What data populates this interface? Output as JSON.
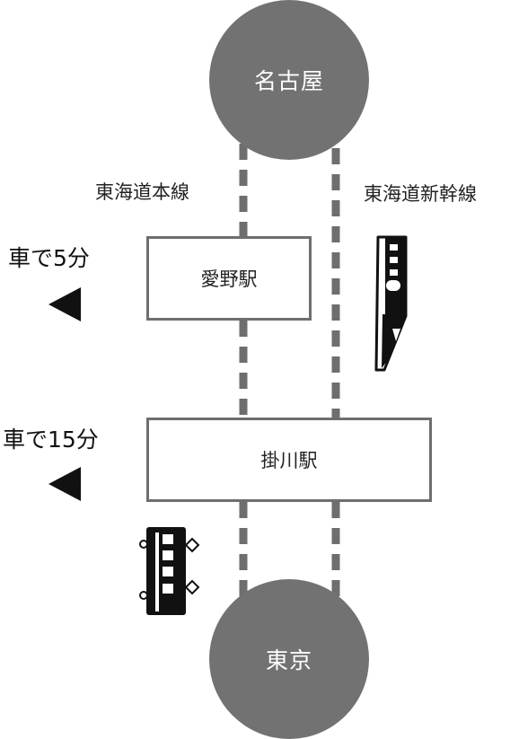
{
  "stations": {
    "north_terminal": "名古屋",
    "south_terminal": "東京",
    "aino": "愛野駅",
    "kakegawa": "掛川駅"
  },
  "lines": {
    "local": "東海道本線",
    "shinkansen": "東海道新幹線"
  },
  "access": {
    "aino_by_car": "車で5分",
    "kakegawa_by_car": "車で15分"
  },
  "colors": {
    "node_fill": "#727272",
    "track": "#6e6e6e",
    "text": "#222222",
    "icon": "#111111"
  },
  "icons": [
    "left-triangle-arrow",
    "shinkansen-train-icon",
    "local-train-icon"
  ]
}
